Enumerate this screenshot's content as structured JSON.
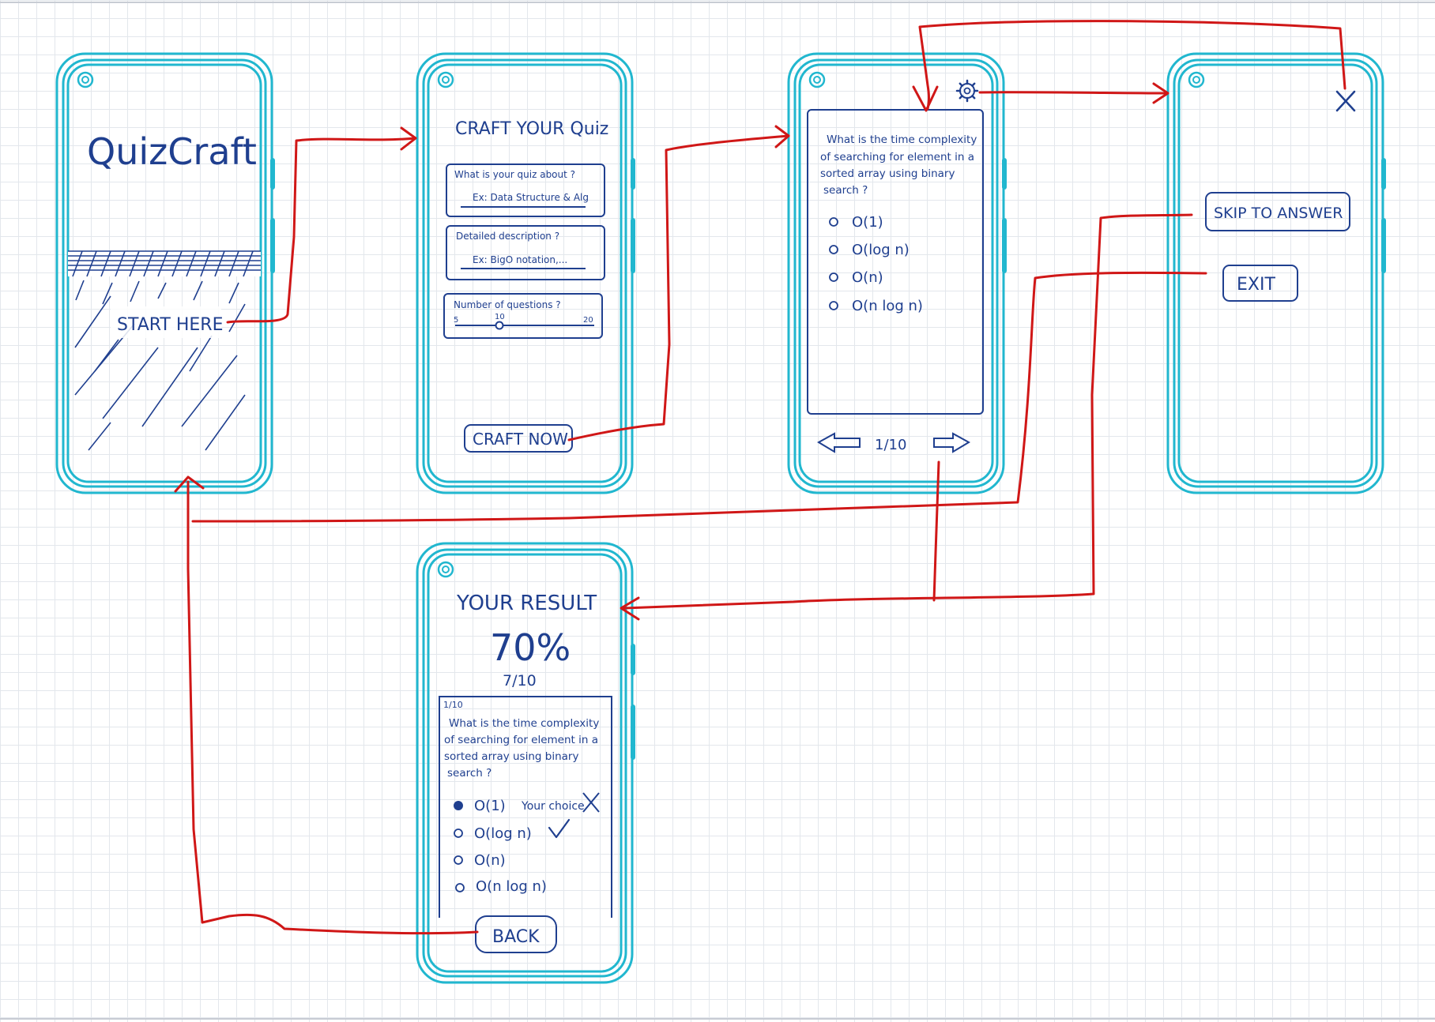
{
  "screen1": {
    "app_title": "QuizCraft",
    "start_label": "START HERE"
  },
  "screen2": {
    "title": "CRAFT YOUR Quiz",
    "topic_label": "What is your quiz about ?",
    "topic_placeholder": "Ex: Data Structure & Alg",
    "description_label": "Detailed description ?",
    "description_placeholder": "Ex: BigO notation,...",
    "questions_label": "Number of questions ?",
    "slider_min": "5",
    "slider_value": "10",
    "slider_max": "20",
    "craft_label": "CRAFT NOW"
  },
  "screen3": {
    "question_lines": [
      "What is the time complexity",
      "of searching for element in a",
      "sorted array using binary",
      "search ?"
    ],
    "options": [
      "O(1)",
      "O(log n)",
      "O(n)",
      "O(n log n)"
    ],
    "page_indicator": "1/10",
    "icons": {
      "settings": "gear-icon",
      "prev": "arrow-left-icon",
      "next": "arrow-right-icon"
    }
  },
  "screen4": {
    "skip_label": "SKIP TO ANSWER",
    "exit_label": "EXIT",
    "close_icon": "close-icon"
  },
  "screen5": {
    "title": "YOUR RESULT",
    "percent": "70%",
    "score": "7/10",
    "question_number": "1/10",
    "question_lines": [
      "What is the time complexity",
      "of searching for element in a",
      "sorted array using binary",
      "search ?"
    ],
    "options": [
      "O(1)",
      "O(log n)",
      "O(n)",
      "O(n log n)"
    ],
    "your_choice_label": "Your choice",
    "back_label": "BACK"
  },
  "colors": {
    "phone": "#21b7cf",
    "ink": "#1f3f8f",
    "flow": "#d01717",
    "grid": "#e3e7ec"
  }
}
